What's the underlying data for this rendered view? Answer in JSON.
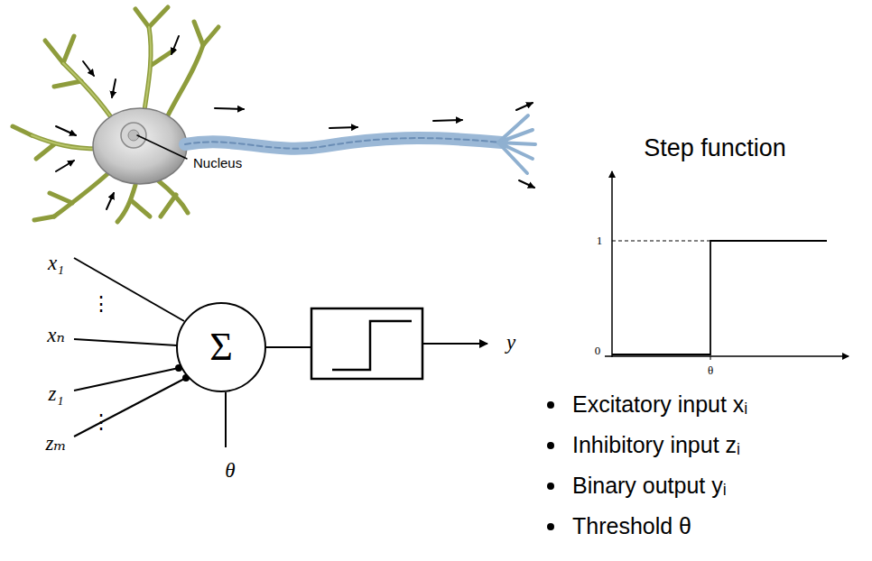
{
  "diagram": {
    "nodes": [
      {
        "text": [
          "Σ"
        ]
      }
    ],
    "labels": [
      "Nucleus",
      "x₁",
      "⋮",
      "xₙ",
      "z₁",
      "⋮",
      "zₘ",
      "θ",
      "y",
      "Step function",
      "1",
      "0",
      "θ",
      "Excitatory input xᵢ",
      "Inhibitory input zᵢ",
      "Binary output yᵢ",
      "Threshold θ"
    ]
  }
}
